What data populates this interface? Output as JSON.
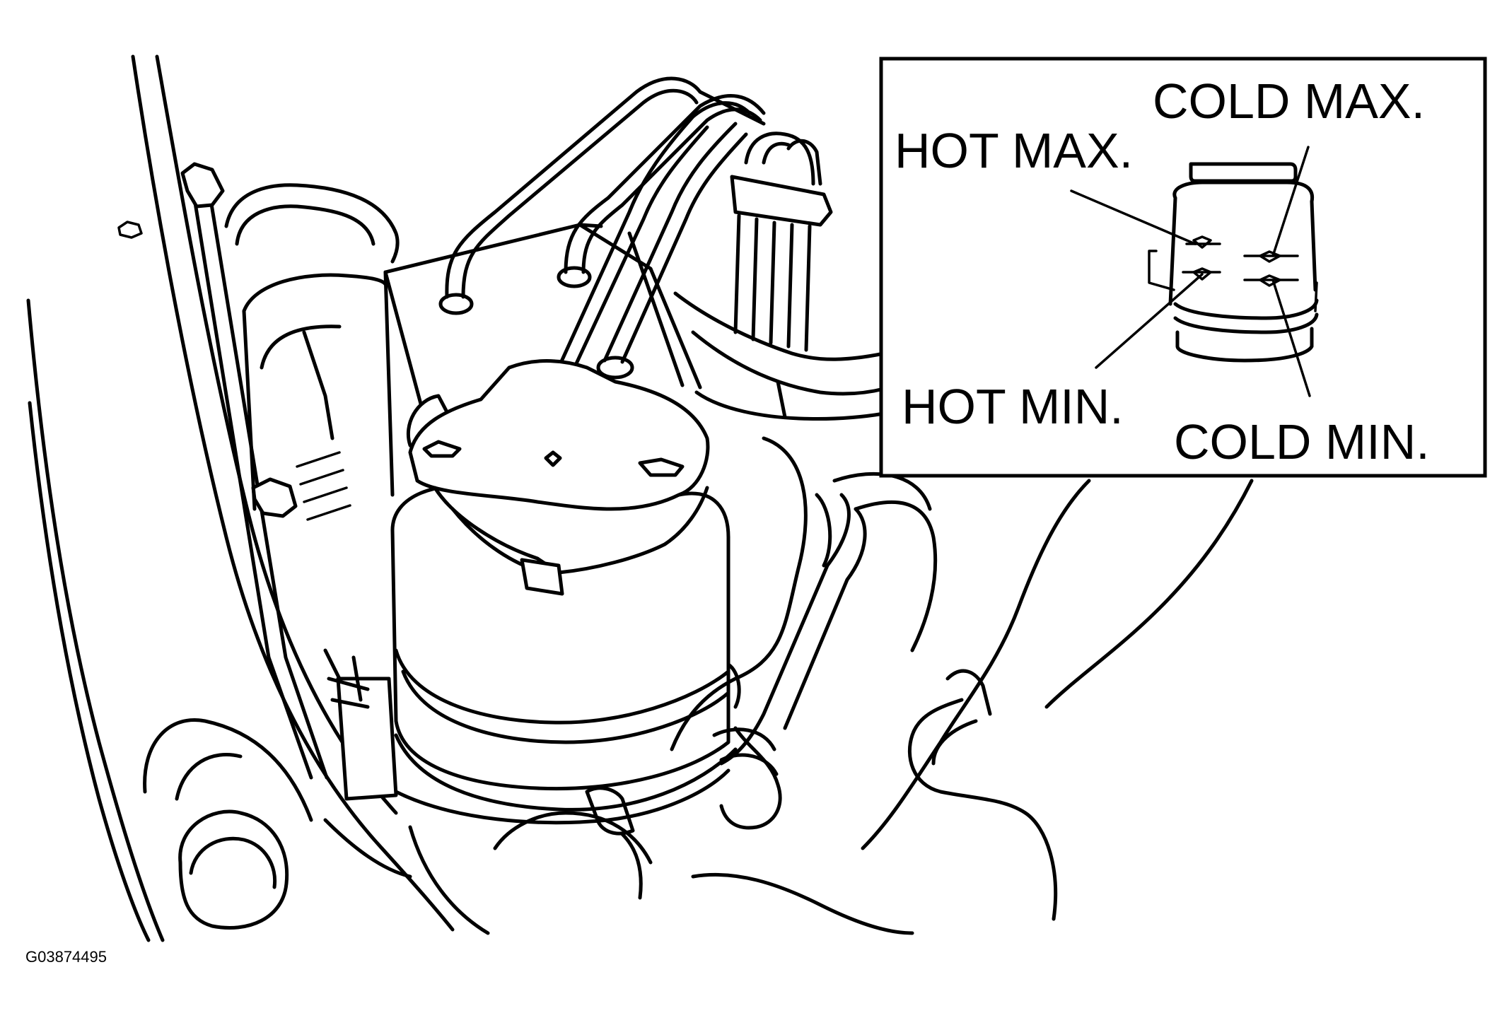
{
  "inset": {
    "labels": {
      "cold_max": "COLD MAX.",
      "hot_max": "HOT MAX.",
      "hot_min": "HOT MIN.",
      "cold_min": "COLD MIN."
    }
  },
  "figure": {
    "code": "G03874495"
  },
  "icons": {
    "reservoir": "fluid-reservoir-icon",
    "cap": "reservoir-cap-icon"
  }
}
